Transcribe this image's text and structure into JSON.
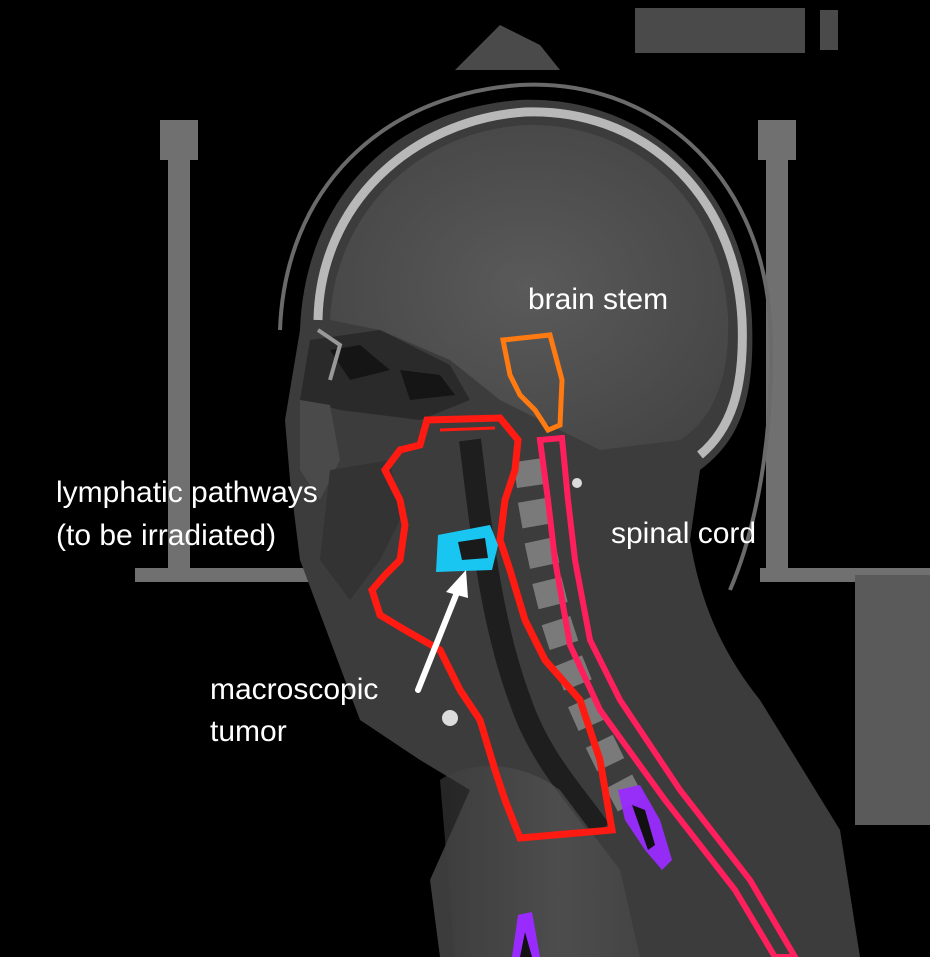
{
  "labels": {
    "brain_stem": "brain stem",
    "lymphatic_line1": "lymphatic pathways",
    "lymphatic_line2": "(to be irradiated)",
    "spinal_cord": "spinal cord",
    "tumor_line1": "macroscopic",
    "tumor_line2": "tumor"
  },
  "colors": {
    "brain_stem": "#ff7a10",
    "lymphatic_pathways": "#ff1a12",
    "spinal_cord": "#ff1f5c",
    "tumor": "#19c6f2",
    "other_structure": "#9a2bff",
    "arrow": "#ffffff"
  }
}
